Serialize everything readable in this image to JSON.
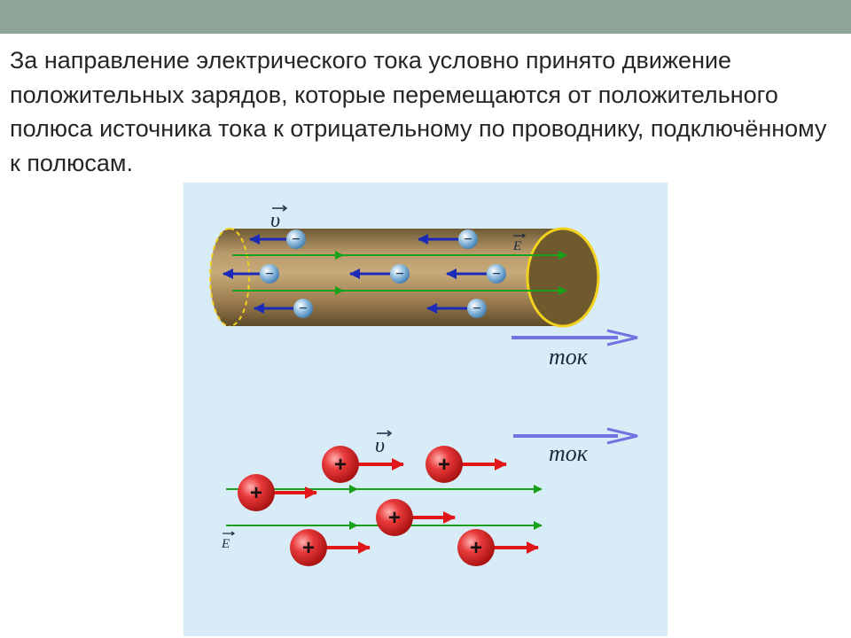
{
  "slide": {
    "paragraph": "За направление электрического тока условно принято движение положительных зарядов, которые перемещаются от положительного полюса источника тока к отрицательному по проводнику, подключённому к полюсам."
  },
  "figure": {
    "current_label_top": "ток",
    "current_label_bottom": "ток",
    "velocity_symbol_top": "υ",
    "velocity_symbol_bottom": "υ",
    "field_symbol_top": "E",
    "field_symbol_bottom": "E",
    "negative_sign": "−",
    "positive_sign": "+",
    "colors": {
      "background": "#d7ecf6",
      "conductor": "#a8885a",
      "conductor_end": "#6e5a2c",
      "conductor_rim": "#f2d21c",
      "field_line": "#1aa01a",
      "electron": "#7aaed6",
      "electron_velocity": "#1c2ab8",
      "ion": "#e02626",
      "ion_velocity": "#e21818",
      "current_arrow": "#7272e0"
    }
  }
}
